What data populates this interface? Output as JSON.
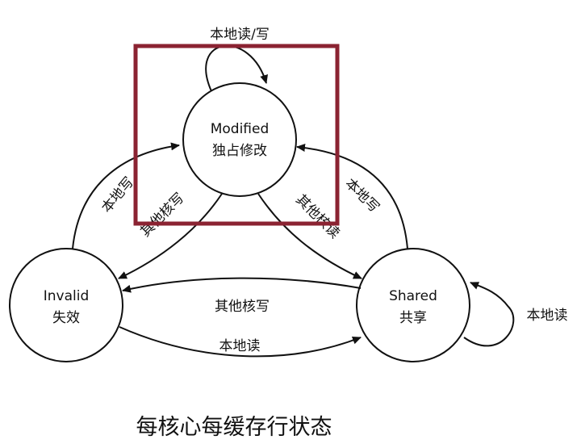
{
  "nodes": {
    "modified": {
      "name": "Modified",
      "cn": "独占修改"
    },
    "invalid": {
      "name": "Invalid",
      "cn": "失效"
    },
    "shared": {
      "name": "Shared",
      "cn": "共享"
    }
  },
  "edges": {
    "modified_self": "本地读/写",
    "invalid_to_modified": "本地写",
    "modified_to_invalid": "其他核写",
    "modified_to_shared": "其他核读",
    "shared_to_modified": "本地写",
    "shared_to_invalid": "其他核写",
    "invalid_to_shared": "本地读",
    "shared_self": "本地读"
  },
  "caption": "每核心每缓存行状态",
  "colors": {
    "highlight": "#8b2332",
    "stroke": "#111111"
  }
}
